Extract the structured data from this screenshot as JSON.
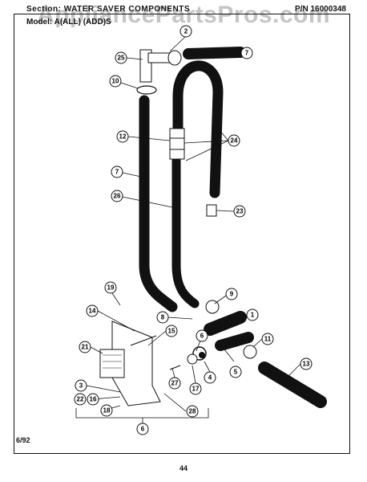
{
  "header": {
    "section_line": "Section: WATER SAVER COMPONENTS",
    "model_line": "Model: A(ALL) (ADD)S",
    "part_number": "P/N 16000348",
    "watermark": "AppliancePartsPros.com"
  },
  "footer": {
    "date": "6/92",
    "page": "44"
  },
  "callouts": [
    "2",
    "7",
    "25",
    "10",
    "12",
    "24",
    "7",
    "26",
    "23",
    "19",
    "9",
    "14",
    "8",
    "1",
    "15",
    "11",
    "21",
    "6",
    "4",
    "3",
    "27",
    "17",
    "5",
    "13",
    "22",
    "16",
    "18",
    "28",
    "6"
  ],
  "colors": {
    "ink": "#111111",
    "paper": "#ffffff"
  }
}
